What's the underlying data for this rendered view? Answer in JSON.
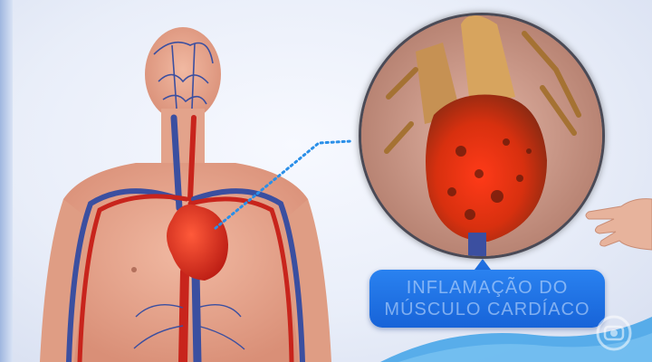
{
  "overlay_label": {
    "line1": "INFLAMAÇÃO DO",
    "line2": "MÚSCULO CARDÍACO"
  },
  "colors": {
    "label_background": "#1f6fe0",
    "artery": "#c8241c",
    "vein": "#3b4fa0",
    "skin": "#e9a98f",
    "connector_dots": "#2a8fe8"
  },
  "icons": [
    "human-anatomy-figure",
    "inflamed-heart-closeup",
    "pointing-hand",
    "broadcaster-logo"
  ]
}
